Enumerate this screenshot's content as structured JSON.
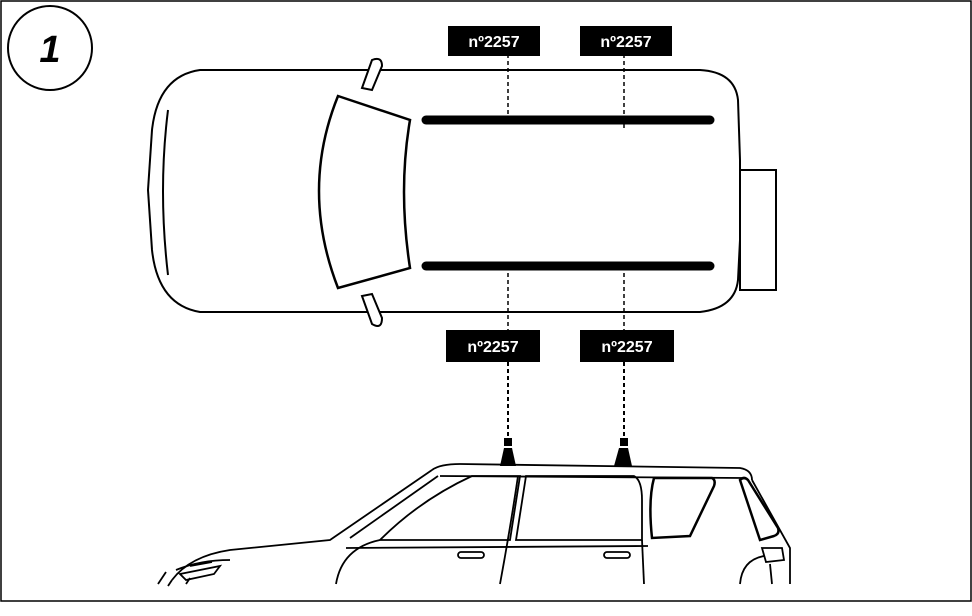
{
  "step": {
    "number": "1"
  },
  "labels": {
    "top_left": "nº2257",
    "top_right": "nº2257",
    "bottom_left": "nº2257",
    "bottom_right": "nº2257"
  },
  "colors": {
    "ink": "#000000",
    "paper": "#ffffff"
  }
}
